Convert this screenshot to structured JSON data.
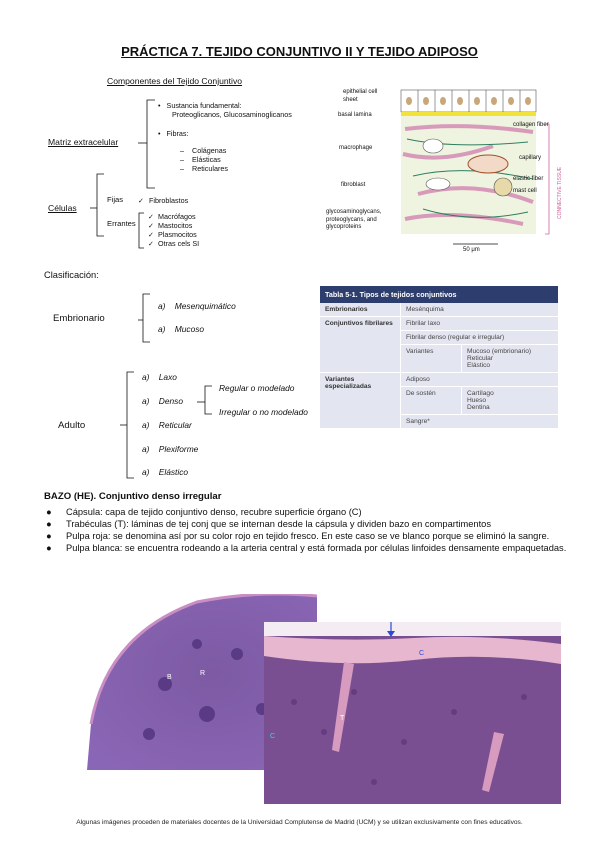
{
  "title": "PRÁCTICA 7. TEJIDO CONJUNTIVO II Y TEJIDO ADIPOSO",
  "components": {
    "heading": "Componentes del Tejido Conjuntivo",
    "matriz_label": "Matriz extracelular",
    "sustancia_label": "Sustancia fundamental:",
    "sustancia_detail": "Proteoglicanos, Glucosaminoglicanos",
    "fibras_label": "Fibras:",
    "fibras": [
      "Colágenas",
      "Elásticas",
      "Reticulares"
    ],
    "celulas_label": "Células",
    "fijas_label": "Fijas",
    "fijas_item": "Fibroblastos",
    "errantes_label": "Errantes",
    "errantes_items": [
      "Macrófagos",
      "Mastocitos",
      "Plasmocitos",
      "Otras cels SI"
    ]
  },
  "diagram": {
    "labels": {
      "epithelial": "epithelial cell sheet",
      "basal": "basal lamina",
      "macrophage": "macrophage",
      "fibroblast": "fibroblast",
      "gag": "glycosaminoglycans, proteoglycans, and glycoproteins",
      "collagen": "collagen fiber",
      "capillary": "capillary",
      "elastic": "elastic fiber",
      "mast": "mast cell",
      "scale": "50 μm",
      "vertical": "CONNECTIVE TISSUE"
    }
  },
  "classification": {
    "heading": "Clasificación:",
    "embrionario_label": "Embrionario",
    "embrionario_items": [
      {
        "letter": "a)",
        "text": "Mesenquimático"
      },
      {
        "letter": "a)",
        "text": "Mucoso"
      }
    ],
    "adulto_label": "Adulto",
    "adulto_items": [
      {
        "letter": "a)",
        "text": "Laxo"
      },
      {
        "letter": "a)",
        "text": "Denso"
      },
      {
        "letter": "a)",
        "text": "Reticular"
      },
      {
        "letter": "a)",
        "text": "Plexiforme"
      },
      {
        "letter": "a)",
        "text": "Elástico"
      }
    ],
    "denso_sub": [
      "Regular  o modelado",
      "Irregular o no modelado"
    ]
  },
  "table": {
    "header": "Tabla 5-1. Tipos de tejidos conjuntivos",
    "embrionarios_label": "Embrionarios",
    "embrionarios_value": "Mesénquima",
    "fibrilares_label": "Conjuntivos fibrilares",
    "fibrilar_laxo": "Fibrilar laxo",
    "fibrilar_denso": "Fibrilar denso (regular e irregular)",
    "variantes": "Variantes",
    "variantes_values": "Mucoso (embrionario)\nReticular\nElástico",
    "especializadas_label": "Variantes especializadas",
    "adiposo": "Adiposo",
    "de_sosten": "De sostén",
    "de_sosten_values": "Cartílago\nHueso\nDentina",
    "sangre": "Sangre*"
  },
  "bazo": {
    "heading": "BAZO (HE). Conjuntivo denso irregular",
    "bullets": [
      {
        "label": "Cápsula:",
        "text": " capa de tejido conjuntivo denso, recubre superficie órgano (C)"
      },
      {
        "label": "Trabéculas (T):",
        "text": " láminas de tej conj que se internan desde la cápsula y dividen bazo en compartimentos"
      },
      {
        "label": "Pulpa roja:",
        "text": " se denomina así por su color rojo en tejido fresco. En este caso se ve blanco porque se eliminó la sangre."
      },
      {
        "label": "Pulpa blanca:",
        "text": " se encuentra rodeando a la arteria central y está formada por células linfoides densamente empaquetadas."
      }
    ],
    "micro_labels": {
      "c1": "C",
      "b": "B",
      "r": "R",
      "c2": "C",
      "t": "T",
      "c3": "C"
    }
  },
  "footer": "Algunas imágenes proceden de materiales docentes de la Universidad Complutense de Madrid (UCM) y se utilizan exclusivamente con fines educativos."
}
